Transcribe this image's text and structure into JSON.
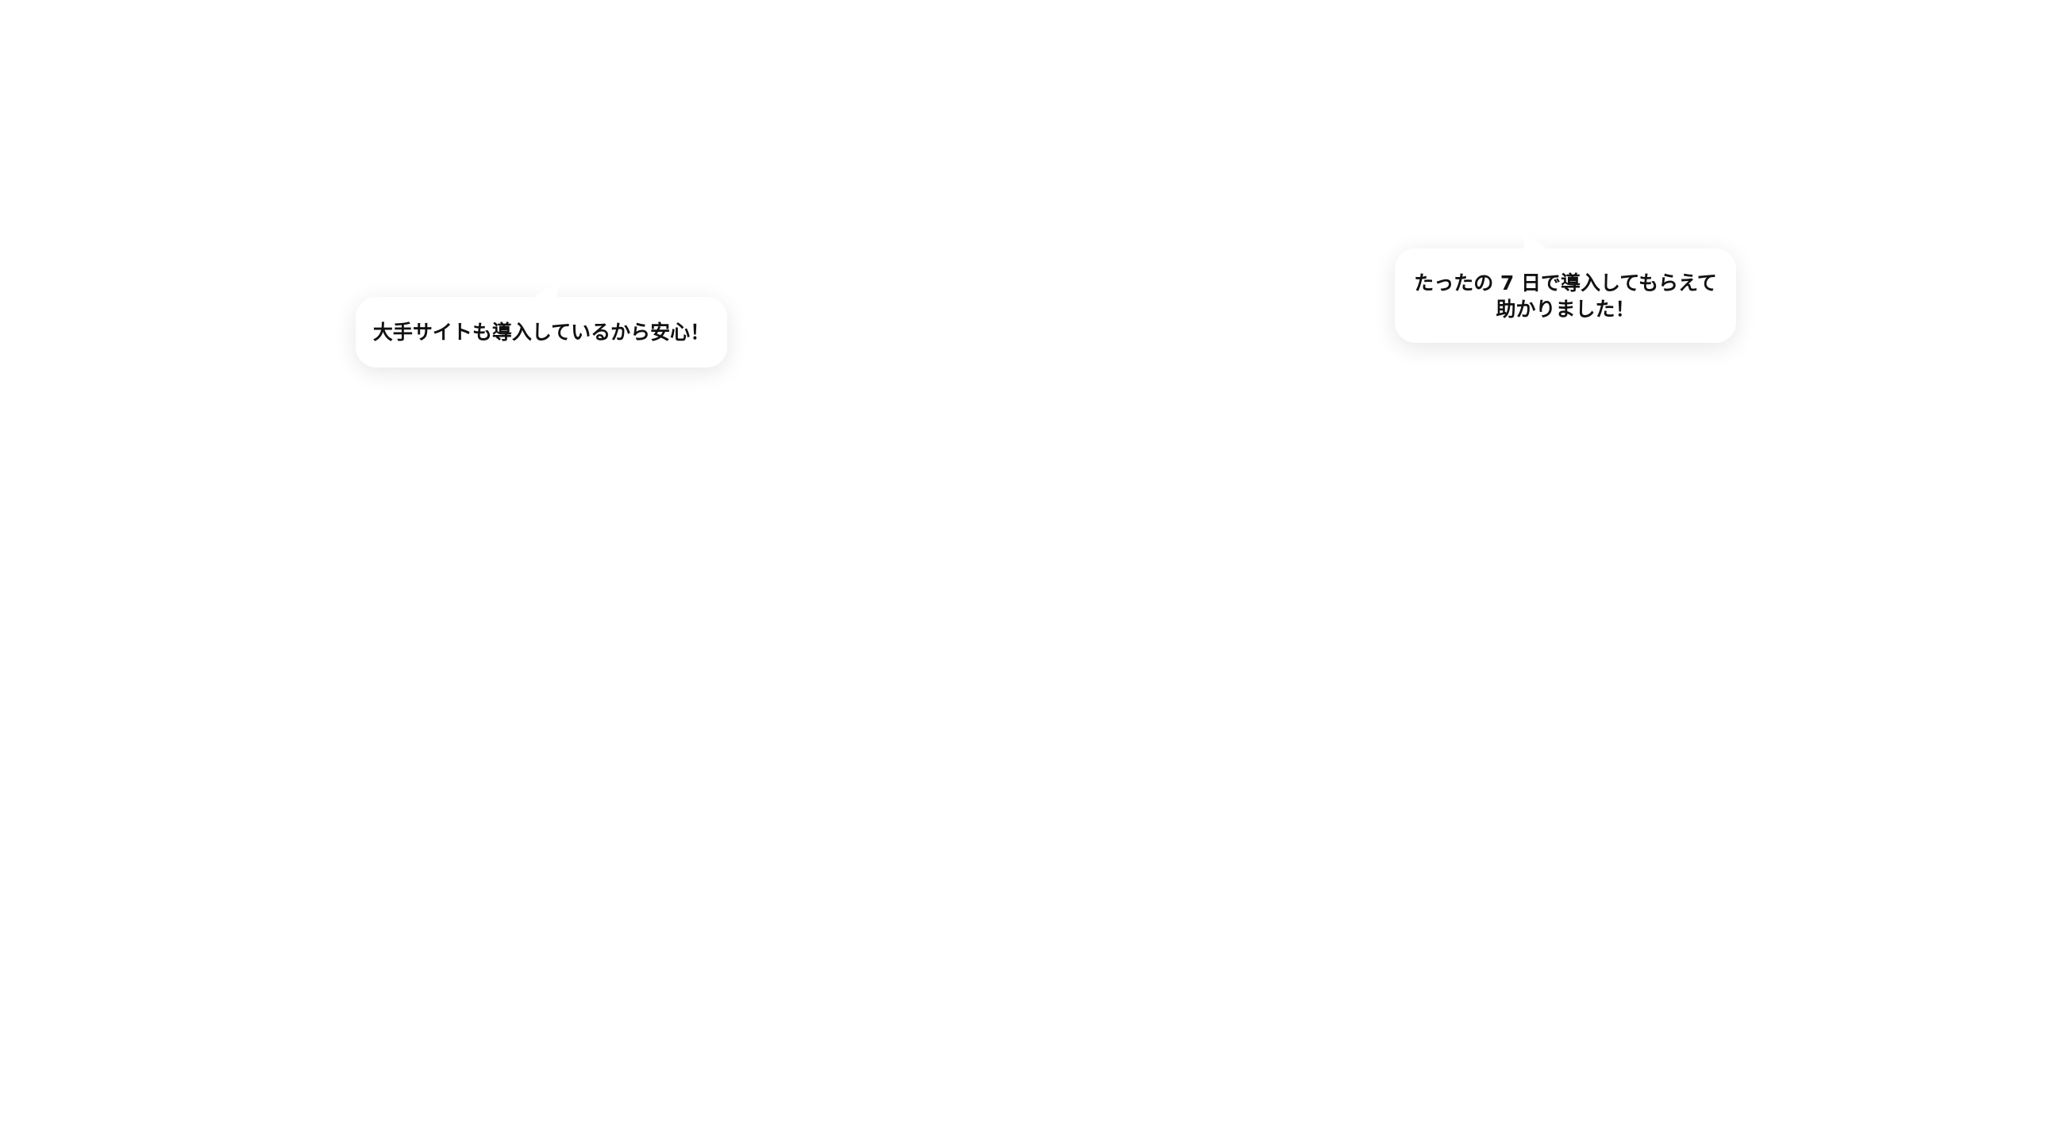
{
  "bubbles": [
    {
      "lines": [
        "大手サイトも導入しているから安心！"
      ]
    },
    {
      "lines": [
        "たったの 7 日で導入してもらえて",
        "助かりました！"
      ]
    }
  ]
}
